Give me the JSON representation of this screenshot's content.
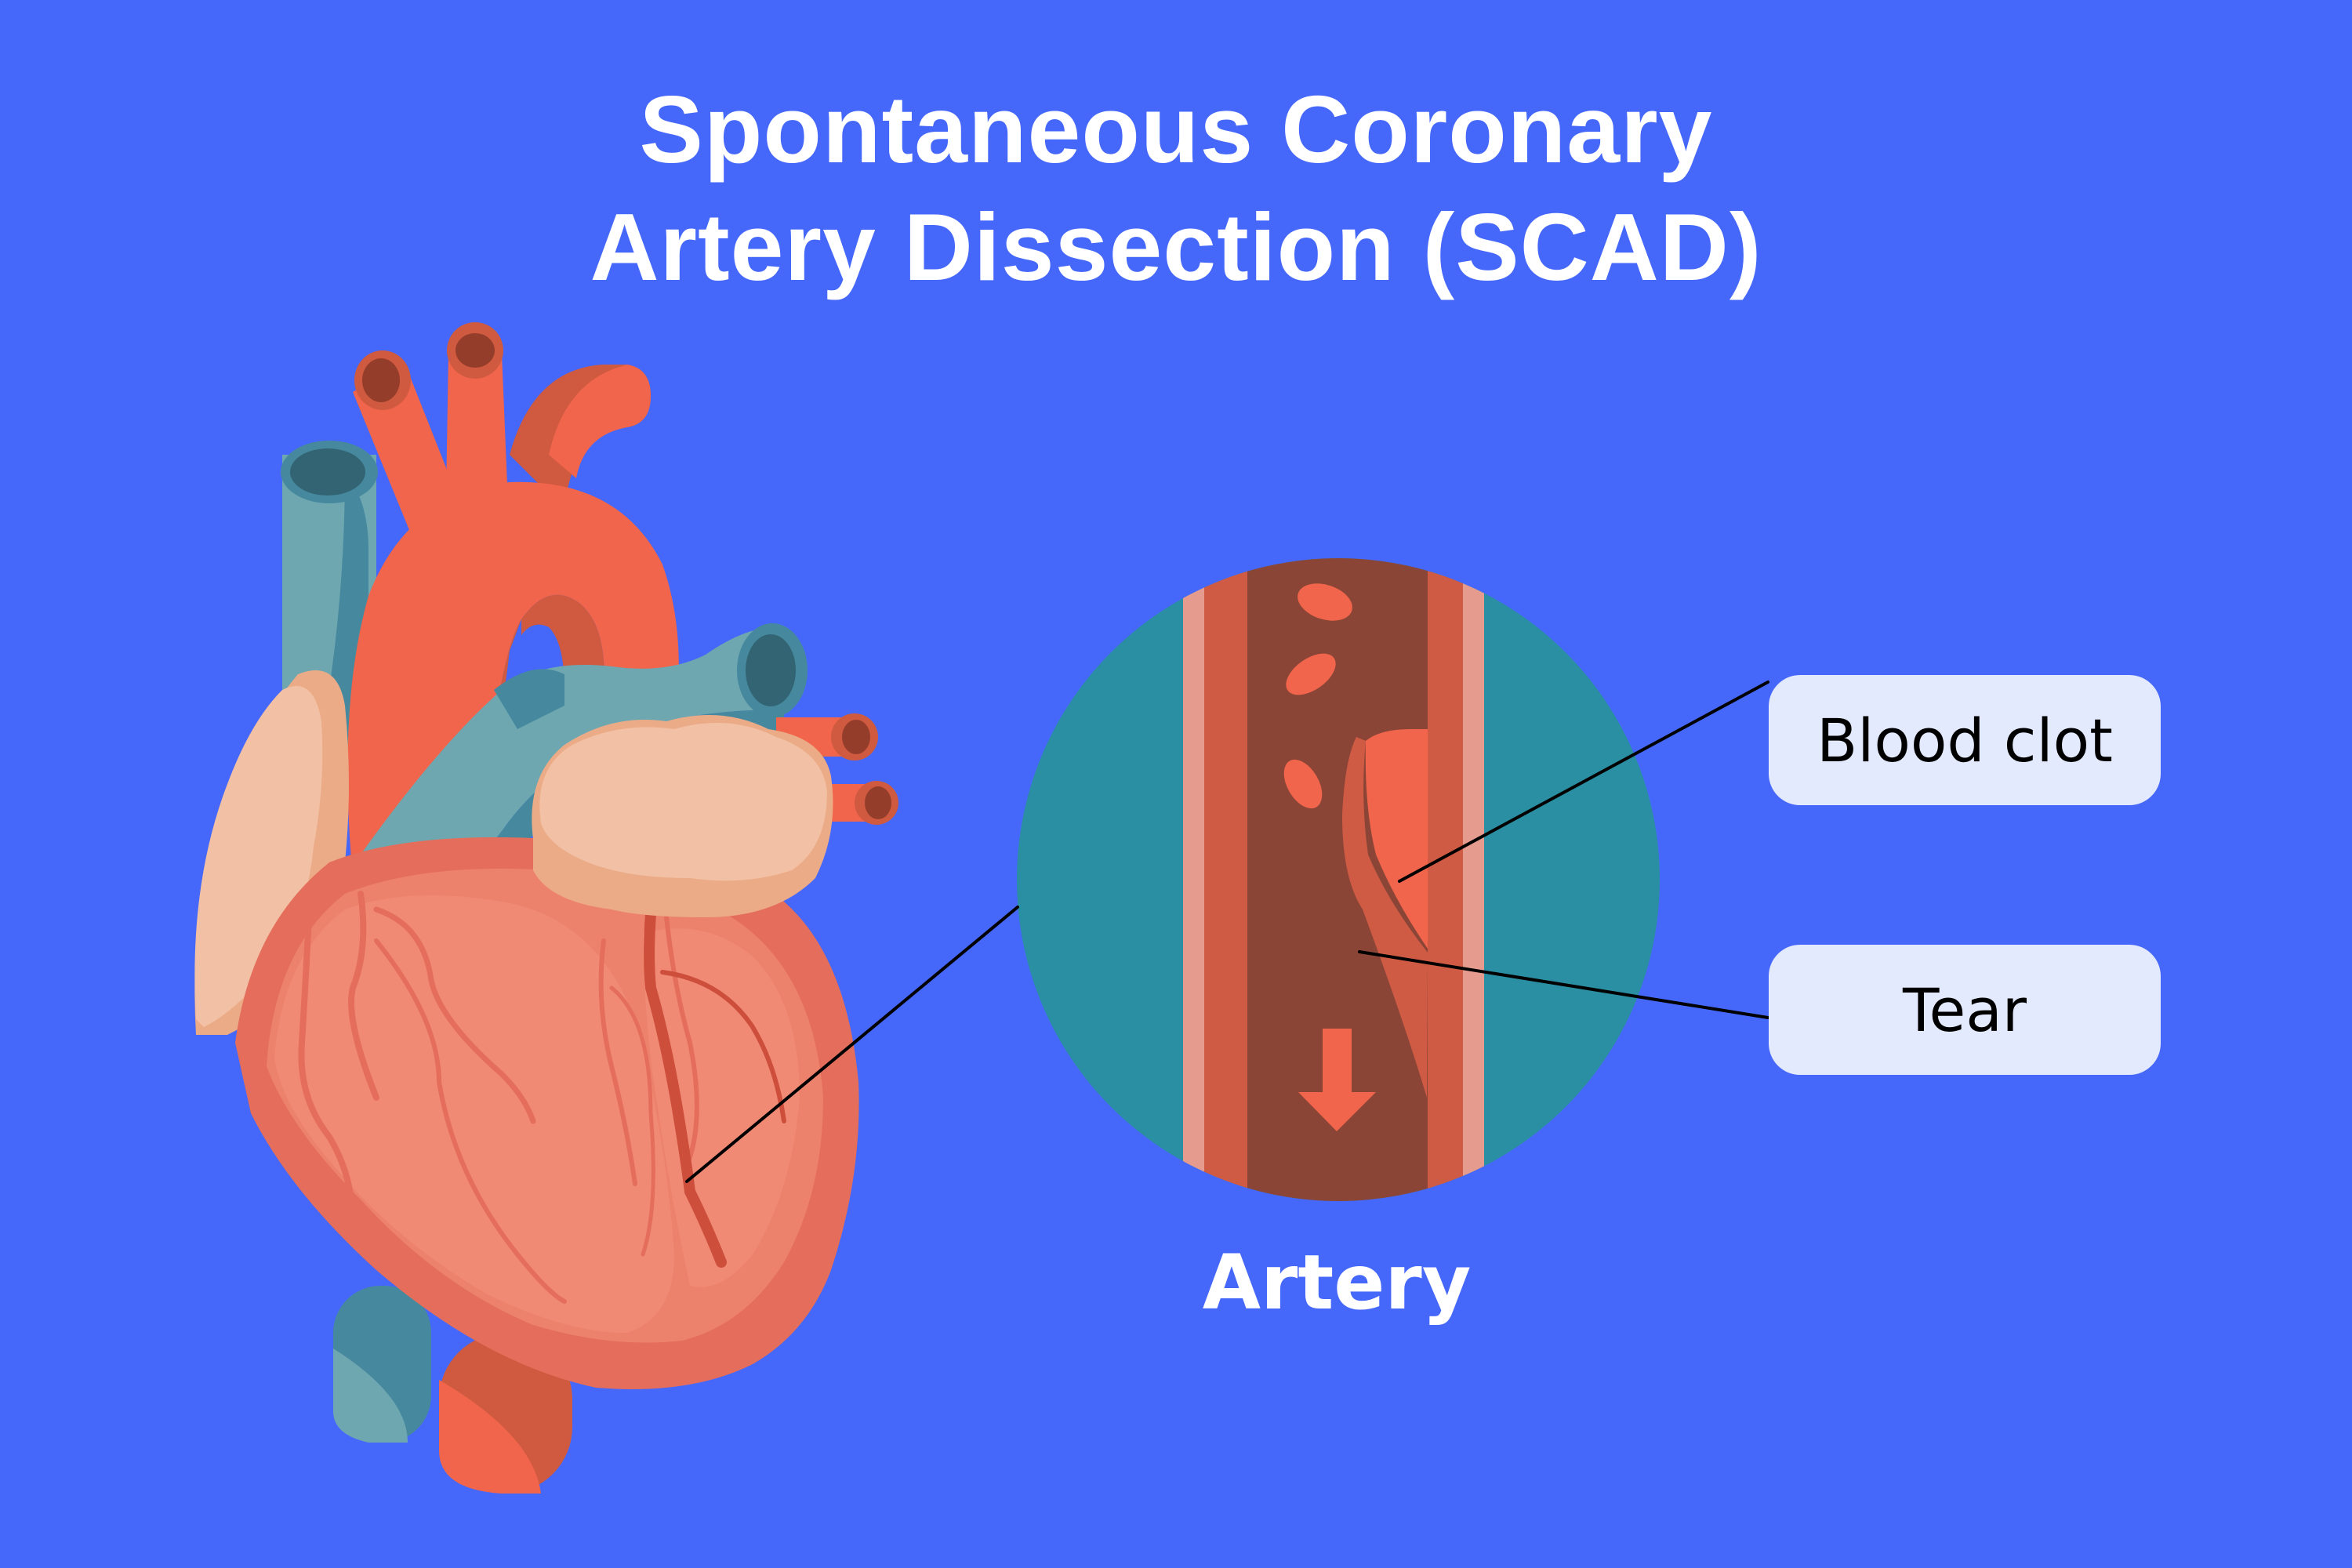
{
  "title": {
    "line1": "Spontaneous Coronary",
    "line2": "Artery Dissection (SCAD)"
  },
  "labels": {
    "blood_clot": "Blood clot",
    "tear": "Tear",
    "artery": "Artery"
  },
  "icons": {
    "heart": "heart-illustration-icon",
    "artery_magnified": "artery-cross-section-icon",
    "flow_arrow": "arrow-down-icon"
  },
  "colors": {
    "background": "#4568FA",
    "title_text": "#FFFFFF",
    "label_box": "#E4EAFD",
    "label_text": "#000000",
    "leader_line": "#000000",
    "circle_teal": "#2A8FA3",
    "artery_outer_wall": "#E59B8E",
    "artery_inner_wall": "#D05B45",
    "artery_lumen": "#8B4537",
    "blood_cell": "#F0654B",
    "heart_body": "#E46E5B",
    "heart_surface": "#F08A74",
    "aorta": "#F0654B",
    "vein_blue": "#6FA7B1",
    "vein_blue_dark": "#46899E",
    "fat_tissue": "#F1C0A5"
  }
}
